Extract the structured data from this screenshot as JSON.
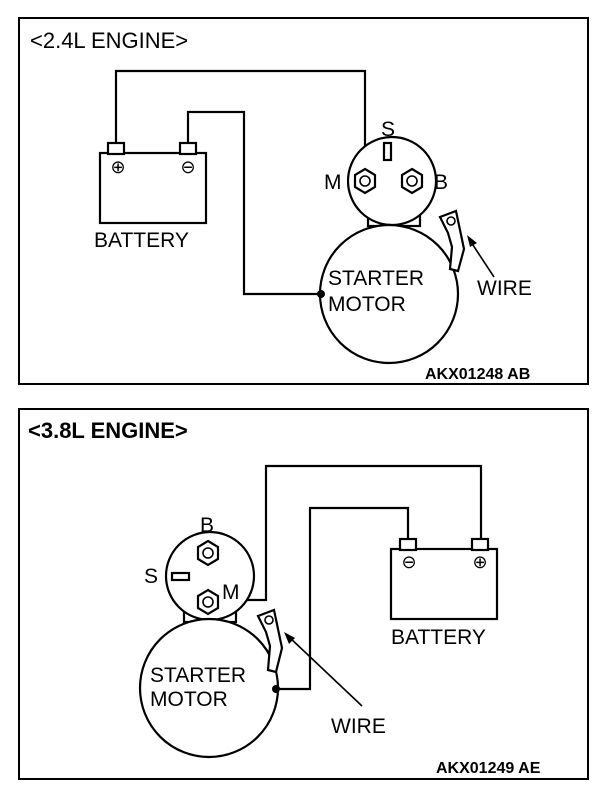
{
  "panels": [
    {
      "title": "<2.4L ENGINE>",
      "battery_label": "BATTERY",
      "starter_label_line1": "STARTER",
      "starter_label_line2": "MOTOR",
      "wire_label": "WIRE",
      "terminal_s": "S",
      "terminal_m": "M",
      "terminal_b": "B",
      "code_main": "AKX01248",
      "code_suffix": "AB",
      "battery_positive_symbol": "⊕",
      "battery_negative_symbol": "⊖"
    },
    {
      "title": "<3.8L ENGINE>",
      "battery_label": "BATTERY",
      "starter_label_line1": "STARTER",
      "starter_label_line2": "MOTOR",
      "wire_label": "WIRE",
      "terminal_s": "S",
      "terminal_m": "M",
      "terminal_b": "B",
      "code_main": "AKX01249",
      "code_suffix": "AE",
      "battery_positive_symbol": "⊕",
      "battery_negative_symbol": "⊖"
    }
  ]
}
